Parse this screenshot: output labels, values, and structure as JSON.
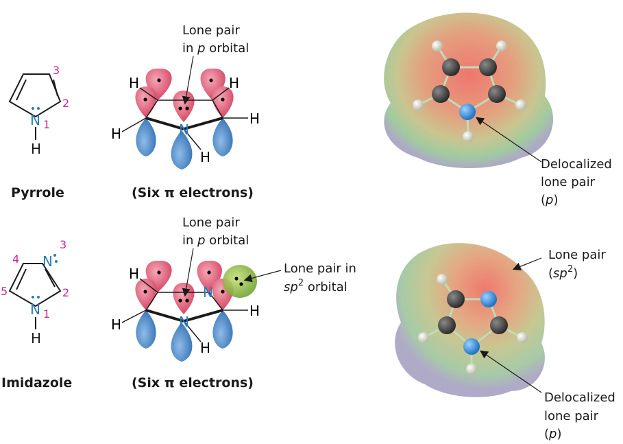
{
  "colors": {
    "nitrogen": "#2a7db5",
    "numbering": "#c8278a",
    "lobe_red": "#e0506e",
    "lobe_blue": "#3f7fc0",
    "lobe_green": "#7fae3a"
  },
  "pyrrole": {
    "name": "Pyrrole",
    "atom_n": "N",
    "atom_h": "H",
    "num_1": "1",
    "num_2": "2",
    "num_3": "3",
    "orbital": {
      "h": "H",
      "n": "N",
      "caption": "(Six π electrons)",
      "callout_line1": "Lone pair",
      "callout_line2_a": "in ",
      "callout_line2_p": "p",
      "callout_line2_b": " orbital"
    },
    "map_callout": {
      "line1": "Delocalized",
      "line2": "lone pair",
      "line3_open": "(",
      "line3_p": "p",
      "line3_close": ")"
    }
  },
  "imidazole": {
    "name": "Imidazole",
    "atom_n": "N",
    "atom_h": "H",
    "num_1": "1",
    "num_2": "2",
    "num_3": "3",
    "num_4": "4",
    "num_5": "5",
    "orbital": {
      "h": "H",
      "n": "N",
      "caption": "(Six π electrons)",
      "callout_line1": "Lone pair",
      "callout_line2_a": "in ",
      "callout_line2_p": "p",
      "callout_line2_b": " orbital",
      "sp2_line1": "Lone pair in",
      "sp2_sp": "sp",
      "sp2_sup": "2",
      "sp2_rest": " orbital"
    },
    "map_callout_top": {
      "line1": "Lone pair",
      "line2_open": "(",
      "line2_sp": "sp",
      "line2_sup": "2",
      "line2_close": ")"
    },
    "map_callout": {
      "line1": "Delocalized",
      "line2": "lone pair",
      "line3_open": "(",
      "line3_p": "p",
      "line3_close": ")"
    }
  }
}
